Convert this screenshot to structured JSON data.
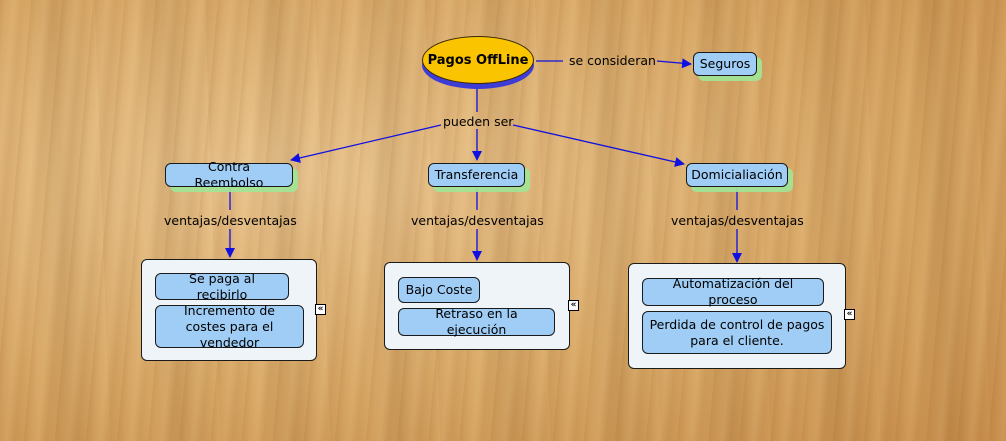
{
  "map": {
    "root": "Pagos OffLine",
    "link_considered": "se consideran",
    "seguros": "Seguros",
    "link_types": "pueden ser",
    "branches": [
      {
        "name": "Contra Reembolso",
        "link": "ventajas/desventajas",
        "items": [
          "Se paga al recibirlo",
          "Incremento de costes para el vendedor"
        ]
      },
      {
        "name": "Transferencia",
        "link": "ventajas/desventajas",
        "items": [
          "Bajo Coste",
          "Retraso en la ejecución"
        ]
      },
      {
        "name": "Domicialiación",
        "link": "ventajas/desventajas",
        "items": [
          "Automatización del proceso",
          "Perdida de control de pagos para el cliente."
        ]
      }
    ],
    "collapse_glyph": "«"
  }
}
